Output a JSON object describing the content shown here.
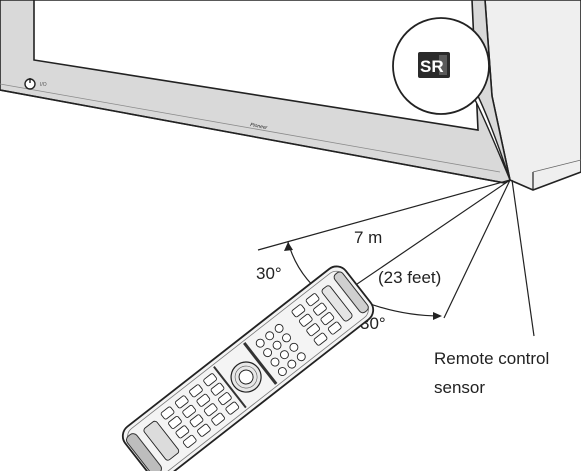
{
  "diagram": {
    "distance_m": "7 m",
    "distance_ft": "(23 feet)",
    "angle_left": "30°",
    "angle_right": "30°",
    "sensor_label_line1": "Remote control",
    "sensor_label_line2": "sensor",
    "sensor_badge": "SR",
    "tv_brand": "Pioneer",
    "power_symbol": "O",
    "power_text": "I/O"
  }
}
